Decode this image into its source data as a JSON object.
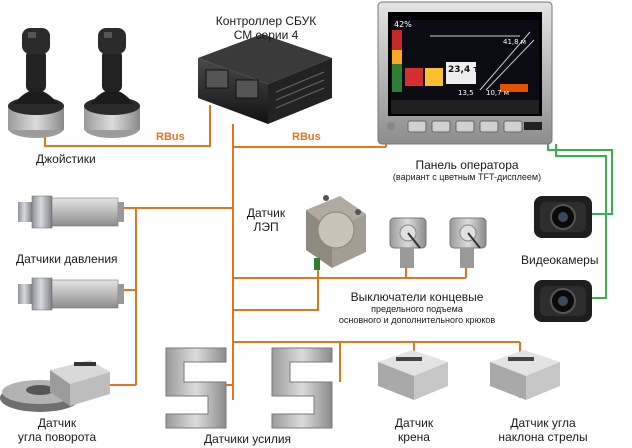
{
  "labels": {
    "controller": "Контроллер СБУК",
    "controller_series": "СМ серии 4",
    "joysticks": "Джойстики",
    "rbus_left": "RBus",
    "rbus_right": "RBus",
    "operator_panel": "Панель оператора",
    "operator_panel_note": "(вариант с цветным TFT-дисплеем)",
    "pressure_sensors": "Датчики давления",
    "lep_sensor_line1": "Датчик",
    "lep_sensor_line2": "ЛЭП",
    "limit_switches": "Выключатели концевые",
    "limit_switches_note1": "предельного подъема",
    "limit_switches_note2": "основного и дополнительного крюков",
    "video_cameras": "Видеокамеры",
    "rotation_sensor_line1": "Датчик",
    "rotation_sensor_line2": "угла поворота",
    "force_sensors": "Датчики усилия",
    "roll_sensor_line1": "Датчик",
    "roll_sensor_line2": "крена",
    "boom_sensor_line1": "Датчик угла",
    "boom_sensor_line2": "наклона стрелы"
  },
  "screen": {
    "load": "23,4 т",
    "percent": "42%",
    "radius": "10,7 м",
    "height": "13,5",
    "boom": "41,8 м"
  },
  "colors": {
    "bus_wire": "#e8731f",
    "video_wire": "#35b34a"
  }
}
